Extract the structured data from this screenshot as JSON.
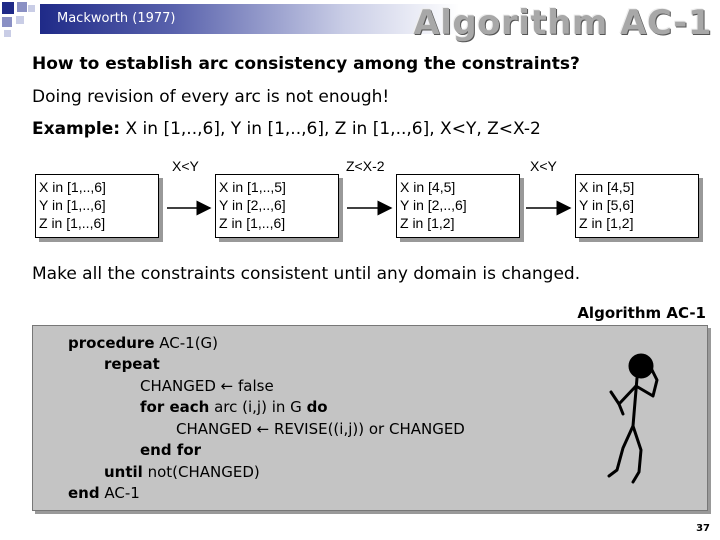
{
  "header": {
    "subtitle": "Mackworth (1977)",
    "title": "Algorithm AC-1",
    "accent": "#1f2a88"
  },
  "question": "How to establish arc consistency among the constraints?",
  "statement": "Doing revision of every arc is not enough!",
  "example": {
    "label": "Example:",
    "text": " X in [1,..,6], Y in [1,..,6], Z in [1,..,6], X<Y, Z<X-2"
  },
  "diagram": {
    "arrows": [
      "X<Y",
      "Z<X-2",
      "X<Y"
    ],
    "boxes": [
      {
        "x": "X in [1,..,6]",
        "y": "Y in [1,..,6]",
        "z": "Z in [1,..,6]"
      },
      {
        "x": "X in [1,..,5]",
        "y": "Y in [2,..,6]",
        "z": "Z in [1,..,6]"
      },
      {
        "x": "X in [4,5]",
        "y": "Y in [2,..,6]",
        "z": "Z in [1,2]"
      },
      {
        "x": "X in [4,5]",
        "y": "Y in [5,6]",
        "z": "Z in [1,2]"
      }
    ]
  },
  "conclusion": "Make all the constraints consistent until any domain is changed.",
  "algorithm": {
    "label": "Algorithm AC-1",
    "l1_kw": "procedure",
    "l1_rest": " AC-1(G)",
    "l2_kw": "repeat",
    "l3": "CHANGED ← false",
    "l4_kw1": "for each",
    "l4_mid": " arc (i,j) in G ",
    "l4_kw2": "do",
    "l5": "CHANGED ← REVISE((i,j)) or CHANGED",
    "l6_kw": "end for",
    "l7_kw": "until",
    "l7_rest": " not(CHANGED)",
    "l8_kw": "end",
    "l8_rest": " AC-1"
  },
  "page_number": "37"
}
